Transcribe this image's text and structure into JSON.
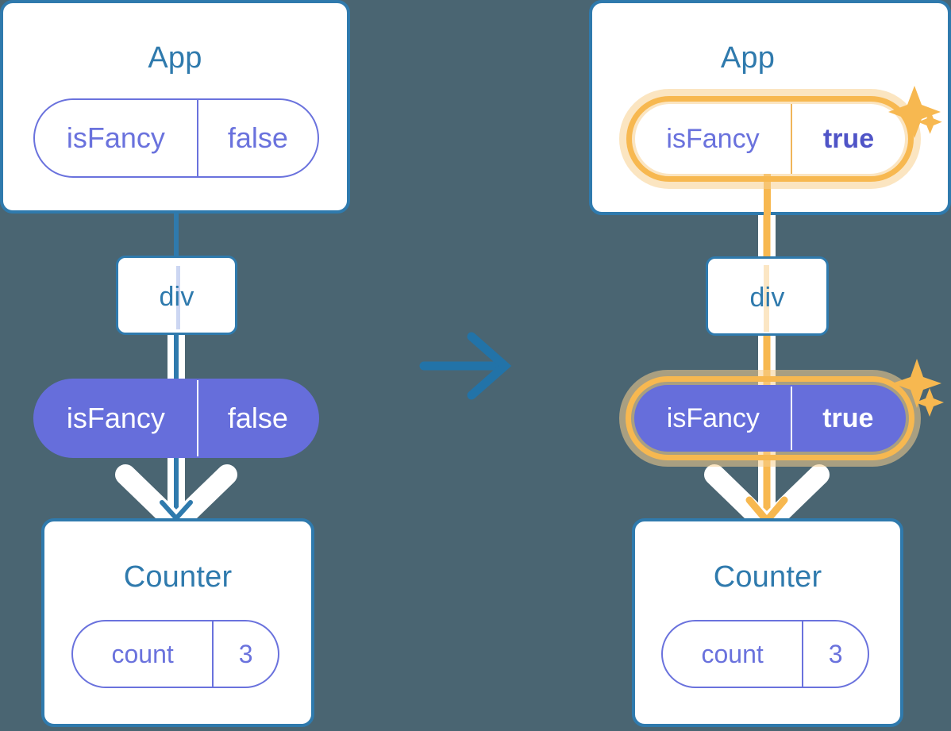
{
  "diagram": {
    "title_semantics": "react-state-propagation-before-after",
    "background_color": "#4a6572",
    "accent_blue": "#2f7aad",
    "accent_purple": "#666edb",
    "accent_orange": "#f7b850",
    "accent_orange_soft": "#f8cf8e",
    "transition_icon": "right-arrow-icon"
  },
  "left": {
    "app": {
      "title": "App",
      "state": {
        "name": "isFancy",
        "value": "false"
      }
    },
    "div": {
      "label": "div"
    },
    "prop": {
      "name": "isFancy",
      "value": "false"
    },
    "counter": {
      "title": "Counter",
      "state": {
        "name": "count",
        "value": "3"
      }
    }
  },
  "right": {
    "app": {
      "title": "App",
      "state": {
        "name": "isFancy",
        "value": "true"
      }
    },
    "div": {
      "label": "div"
    },
    "prop": {
      "name": "isFancy",
      "value": "true"
    },
    "counter": {
      "title": "Counter",
      "state": {
        "name": "count",
        "value": "3"
      }
    }
  }
}
